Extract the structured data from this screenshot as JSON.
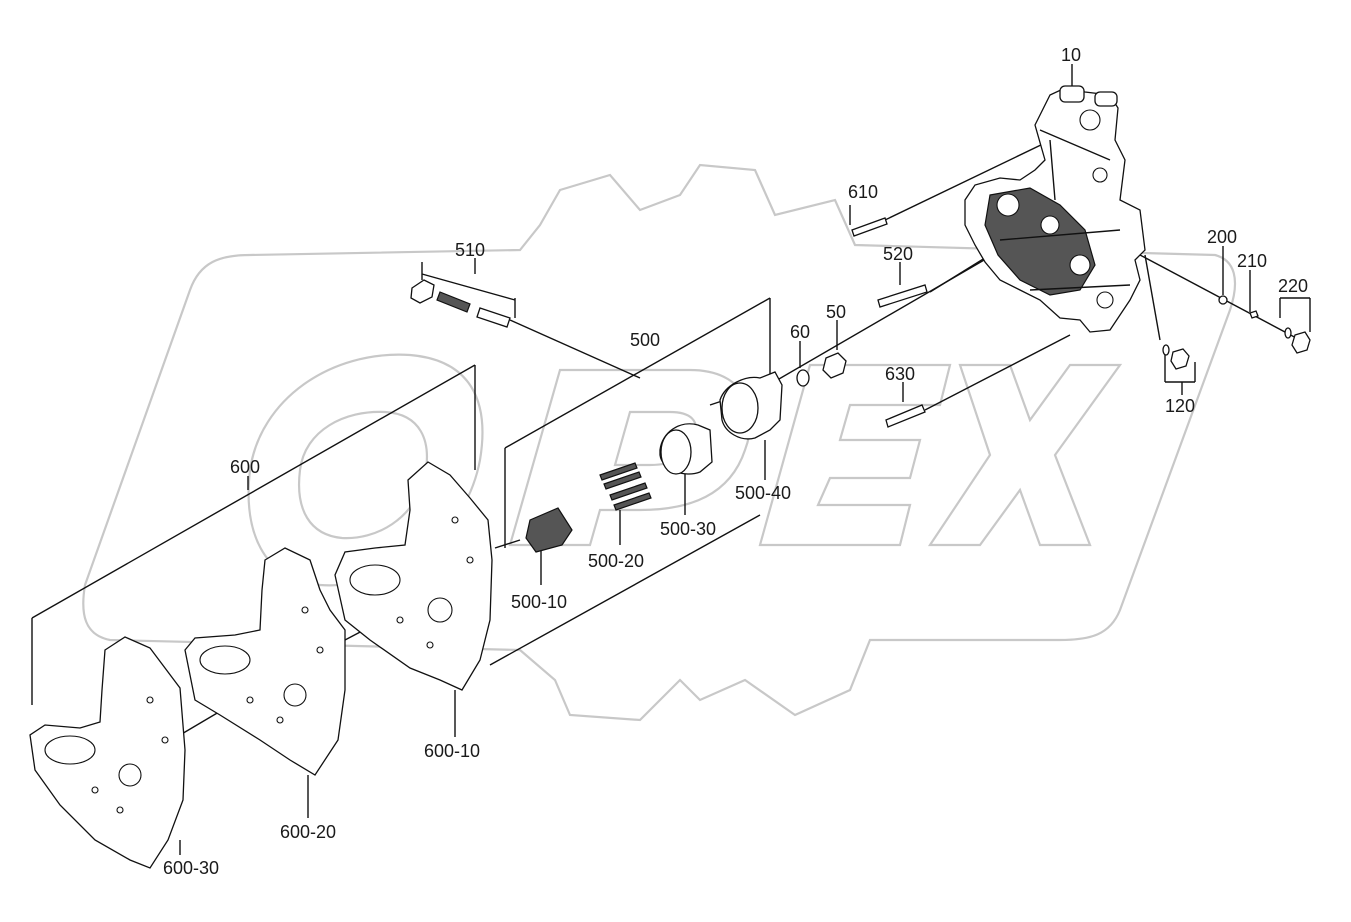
{
  "watermark": "OPEX",
  "callouts": {
    "p10": "10",
    "p610": "610",
    "p520": "520",
    "p200": "200",
    "p210": "210",
    "p220": "220",
    "p120": "120",
    "p510": "510",
    "p500": "500",
    "p60": "60",
    "p50": "50",
    "p630": "630",
    "p600": "600",
    "p500_40": "500-40",
    "p500_30": "500-30",
    "p500_20": "500-20",
    "p500_10": "500-10",
    "p600_10": "600-10",
    "p600_20": "600-20",
    "p600_30": "600-30"
  }
}
